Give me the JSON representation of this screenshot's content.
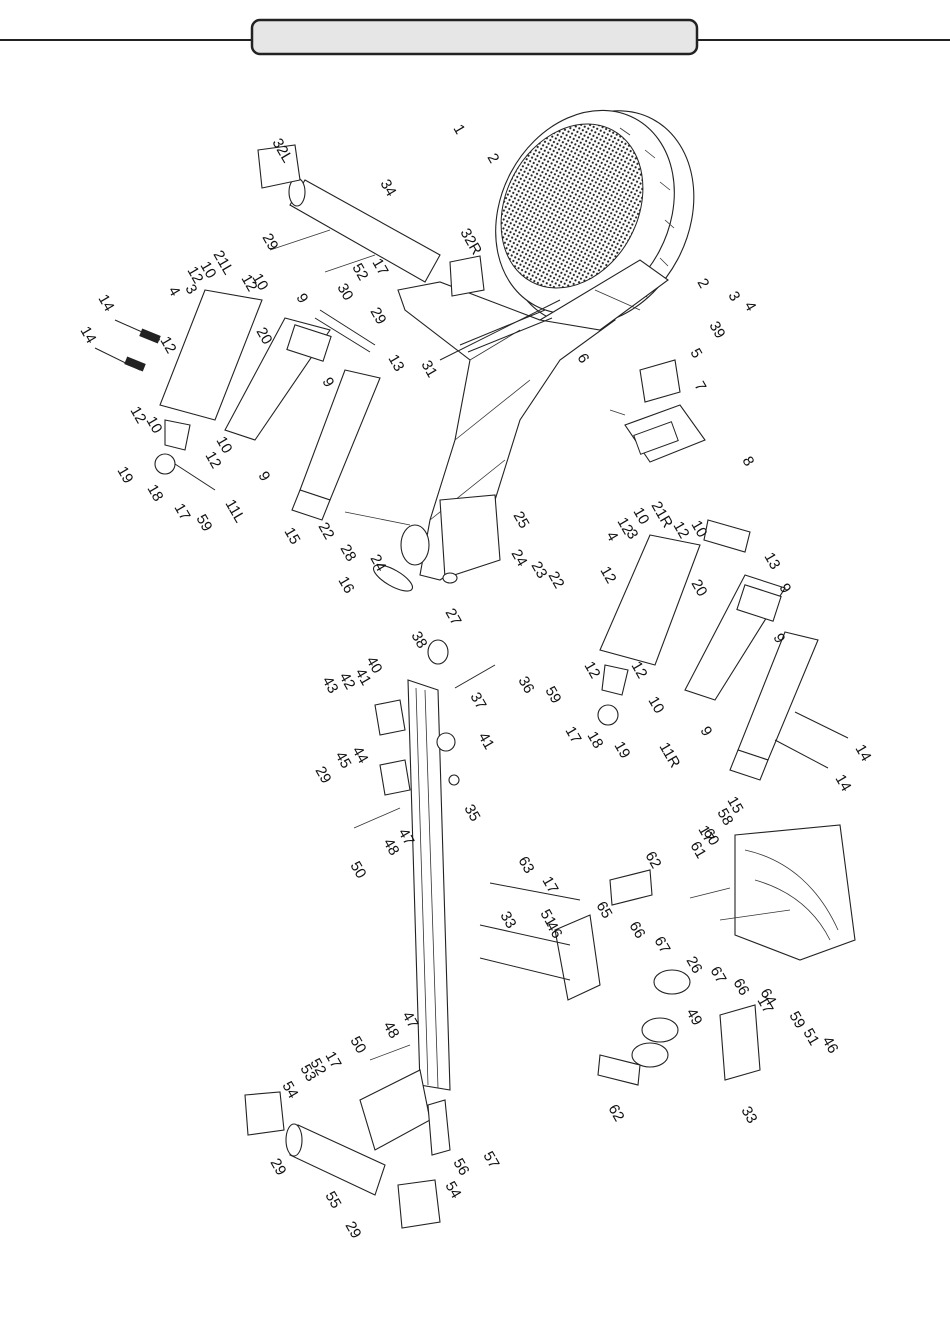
{
  "header": {
    "title": ""
  },
  "parts": [
    {
      "num": "1"
    },
    {
      "num": "2"
    },
    {
      "num": "3"
    },
    {
      "num": "4"
    },
    {
      "num": "5"
    },
    {
      "num": "6"
    },
    {
      "num": "7"
    },
    {
      "num": "8"
    },
    {
      "num": "9"
    },
    {
      "num": "10"
    },
    {
      "num": "11L"
    },
    {
      "num": "11R"
    },
    {
      "num": "12"
    },
    {
      "num": "13"
    },
    {
      "num": "14"
    },
    {
      "num": "15"
    },
    {
      "num": "16"
    },
    {
      "num": "17"
    },
    {
      "num": "18"
    },
    {
      "num": "19"
    },
    {
      "num": "20"
    },
    {
      "num": "21L"
    },
    {
      "num": "21R"
    },
    {
      "num": "22"
    },
    {
      "num": "23"
    },
    {
      "num": "24"
    },
    {
      "num": "25"
    },
    {
      "num": "26"
    },
    {
      "num": "27"
    },
    {
      "num": "28"
    },
    {
      "num": "29"
    },
    {
      "num": "30"
    },
    {
      "num": "31"
    },
    {
      "num": "32L"
    },
    {
      "num": "32R"
    },
    {
      "num": "33"
    },
    {
      "num": "34"
    },
    {
      "num": "35"
    },
    {
      "num": "36"
    },
    {
      "num": "37"
    },
    {
      "num": "38"
    },
    {
      "num": "39"
    },
    {
      "num": "40"
    },
    {
      "num": "41"
    },
    {
      "num": "42"
    },
    {
      "num": "43"
    },
    {
      "num": "44"
    },
    {
      "num": "45"
    },
    {
      "num": "46"
    },
    {
      "num": "47"
    },
    {
      "num": "48"
    },
    {
      "num": "49"
    },
    {
      "num": "50"
    },
    {
      "num": "51"
    },
    {
      "num": "52"
    },
    {
      "num": "53"
    },
    {
      "num": "54"
    },
    {
      "num": "55"
    },
    {
      "num": "56"
    },
    {
      "num": "57"
    },
    {
      "num": "58"
    },
    {
      "num": "59"
    },
    {
      "num": "60"
    },
    {
      "num": "61"
    },
    {
      "num": "62"
    },
    {
      "num": "63"
    },
    {
      "num": "64"
    },
    {
      "num": "65"
    },
    {
      "num": "66"
    },
    {
      "num": "67"
    }
  ],
  "colors": {
    "line": "#222222",
    "header_fill": "#e6e6e6",
    "background": "#ffffff"
  }
}
